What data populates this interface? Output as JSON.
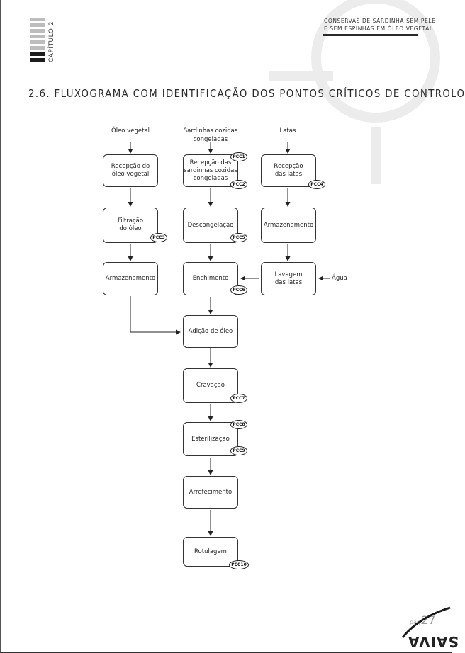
{
  "header": {
    "chapter": "CAPÍTULO 2",
    "line1": "CONSERVAS DE SARDINHA SEM PELE",
    "line2": "E SEM ESPINHAS EM ÓLEO VEGETAL"
  },
  "section_title": "2.6. FLUXOGRAMA COM IDENTIFICAÇÃO DOS PONTOS CRÍTICOS DE CONTROLO",
  "flow": {
    "inputs": {
      "oleo": "Óleo vegetal",
      "sardinhas_l1": "Sardinhas cozidas",
      "sardinhas_l2": "congeladas",
      "latas": "Latas",
      "agua": "Água"
    },
    "steps": {
      "recepcao_oleo_l1": "Recepção do",
      "recepcao_oleo_l2": "óleo vegetal",
      "filtracao_l1": "Filtração",
      "filtracao_l2": "do óleo",
      "armazenamento_oleo": "Armazenamento",
      "recepcao_sard_l1": "Recepção das",
      "recepcao_sard_l2": "sardinhas cozidas",
      "recepcao_sard_l3": "congeladas",
      "descongelacao": "Descongelação",
      "enchimento": "Enchimento",
      "adicao_oleo": "Adição de óleo",
      "cravacao": "Cravação",
      "esterilizacao": "Esterilização",
      "arrefecimento": "Arrefecimento",
      "rotulagem": "Rotulagem",
      "recepcao_latas_l1": "Recepção",
      "recepcao_latas_l2": "das latas",
      "armazenamento_latas": "Armazenamento",
      "lavagem_l1": "Lavagem",
      "lavagem_l2": "das latas"
    },
    "pcc": {
      "pcc1": "PCC1",
      "pcc2": "PCC2",
      "pcc3": "PCC3",
      "pcc4": "PCC4",
      "pcc5": "PCC5",
      "pcc6": "PCC6",
      "pcc7": "PCC7",
      "pcc8": "PCC8",
      "pcc9": "PCC9",
      "pcc10": "PCC10"
    }
  },
  "footer": {
    "pag_label": "pág.",
    "page_number": "27",
    "brand": "SAIVA"
  }
}
